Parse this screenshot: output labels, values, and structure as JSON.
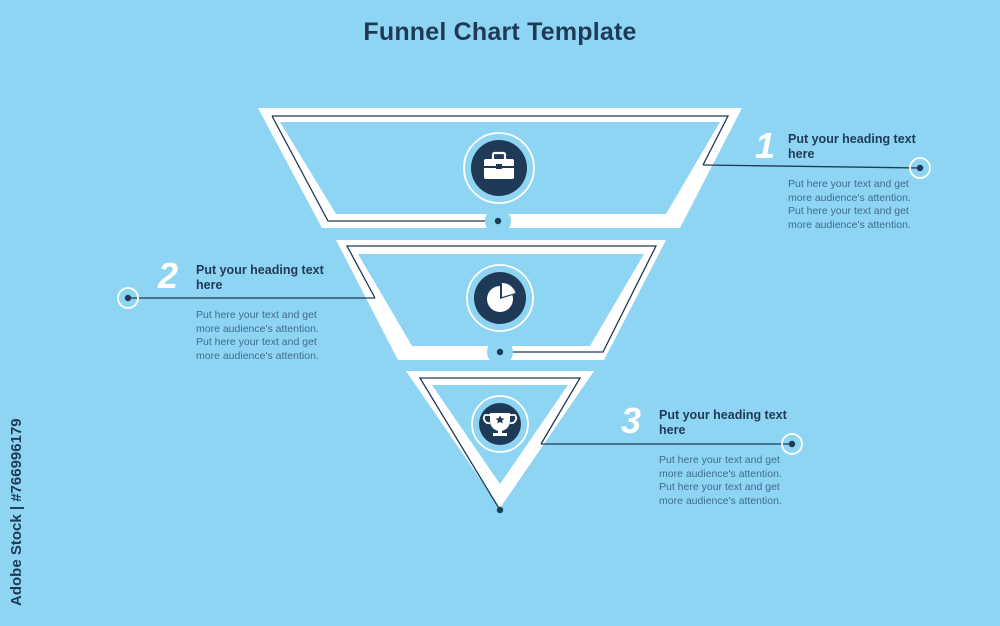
{
  "title": "Funnel Chart Template",
  "steps": [
    {
      "number": "1",
      "heading": "Put your heading text here",
      "body": "Put here your text and get more audience's attention. Put here your text and get more audience's attention.",
      "icon": "briefcase-icon"
    },
    {
      "number": "2",
      "heading": "Put your heading text here",
      "body": "Put here your text and get more audience's attention. Put here your text and get more audience's attention.",
      "icon": "pie-chart-icon"
    },
    {
      "number": "3",
      "heading": "Put your heading text here",
      "body": "Put here your text and get more audience's attention. Put here your text and get more audience's attention.",
      "icon": "trophy-icon"
    }
  ],
  "watermark": "Adobe Stock | #766996179",
  "colors": {
    "background": "#8ed5f3",
    "dark": "#1f3a57",
    "white": "#ffffff"
  }
}
